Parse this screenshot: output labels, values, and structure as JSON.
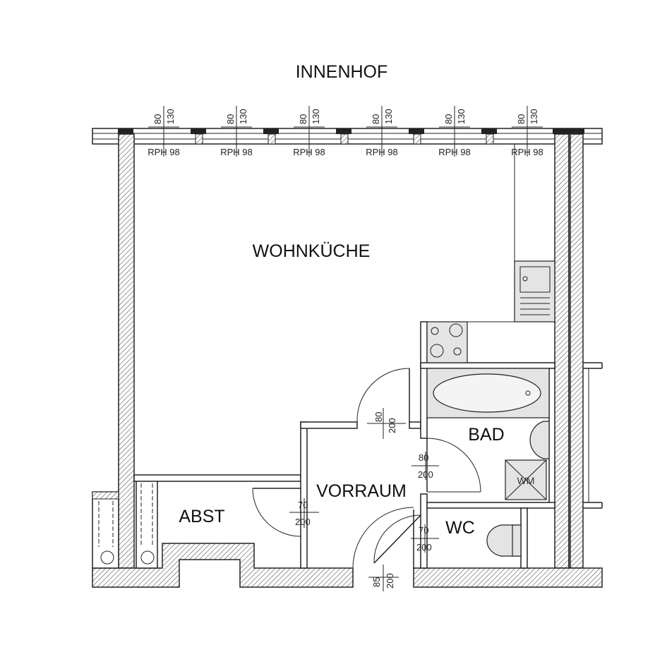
{
  "labels": {
    "courtyard": "INNENHOF",
    "living_kitchen": "WOHNKÜCHE",
    "bath": "BAD",
    "hall": "VORRAUM",
    "storage": "ABST",
    "toilet": "WC",
    "washing_machine": "WM"
  },
  "windows": [
    {
      "dim_top": "80",
      "dim_bottom": "130",
      "rph": "RPH 98"
    },
    {
      "dim_top": "80",
      "dim_bottom": "130",
      "rph": "RPH 98"
    },
    {
      "dim_top": "80",
      "dim_bottom": "130",
      "rph": "RPH 98"
    },
    {
      "dim_top": "80",
      "dim_bottom": "130",
      "rph": "RPH 98"
    },
    {
      "dim_top": "80",
      "dim_bottom": "130",
      "rph": "RPH 98"
    },
    {
      "dim_top": "80",
      "dim_bottom": "130",
      "rph": "RPH 98"
    }
  ],
  "doors": {
    "kitchen": {
      "width": "80",
      "height": "200"
    },
    "bath": {
      "width": "80",
      "height": "200"
    },
    "storage": {
      "width": "70",
      "height": "200"
    },
    "wc": {
      "width": "70",
      "height": "200"
    },
    "entrance": {
      "width": "85",
      "height": "200"
    }
  },
  "colors": {
    "line": "#222222",
    "fixture_fill": "#e4e4e4",
    "background": "#ffffff"
  }
}
